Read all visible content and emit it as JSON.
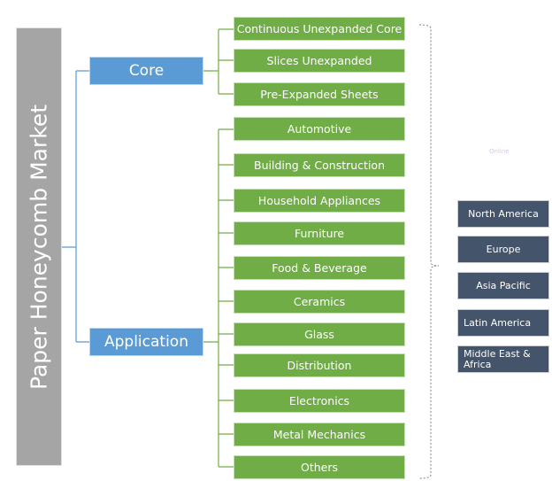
{
  "diagram": {
    "root": "Paper Honeycomb Market",
    "categories": [
      {
        "label": "Core",
        "children": [
          "Continuous Unexpanded Core",
          "Slices Unexpanded",
          "Pre-Expanded Sheets"
        ]
      },
      {
        "label": "Application",
        "children": [
          "Automotive",
          "Building & Construction",
          "Household Appliances",
          "Furniture",
          "Food & Beverage",
          "Ceramics",
          "Glass",
          "Distribution",
          "Electronics",
          "Metal Mechanics",
          "Others"
        ]
      }
    ],
    "regions": [
      "North America",
      "Europe",
      "Asia Pacific",
      "Latin America",
      "Middle East & Africa"
    ],
    "watermark": "Online",
    "colors": {
      "root": "#a5a5a5",
      "category": "#5b9bd5",
      "leaf": "#70ad47",
      "region": "#44546a"
    }
  }
}
